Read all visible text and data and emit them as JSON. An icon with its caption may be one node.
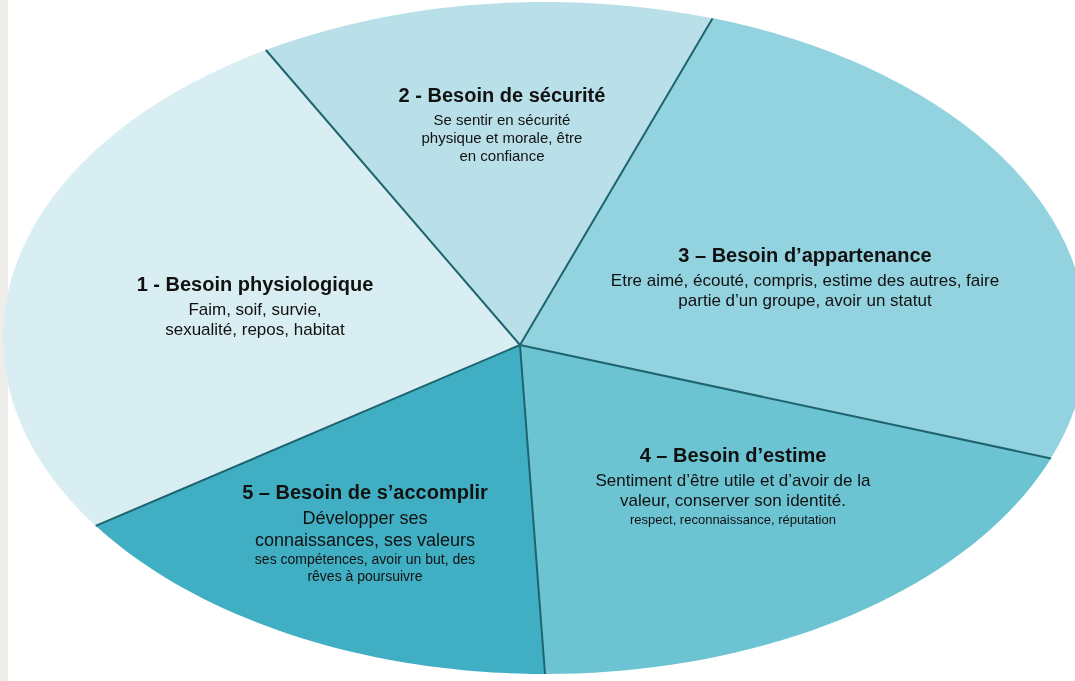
{
  "diagram": {
    "nodes": [
      {
        "text": [
          "1 - Besoin physiologique",
          "Faim, soif, survie, sexualité, repos, habitat"
        ]
      },
      {
        "text": [
          "2 - Besoin de sécurité",
          "Se sentir en sécurité physique et morale, être en confiance"
        ]
      },
      {
        "text": [
          "3 – Besoin d’appartenance",
          "Etre aimé, écouté, compris, estime des autres, faire partie d’un groupe, avoir un statut"
        ]
      },
      {
        "text": [
          "4 – Besoin d’estime",
          "Sentiment d’être utile et d’avoir de la valeur, conserver son identité.",
          "respect, reconnaissance, réputation"
        ]
      },
      {
        "text": [
          "5 – Besoin de s’accomplir",
          "Développer ses connaissances, ses valeurs",
          "ses compétences, avoir un but, des rêves à poursuivre"
        ]
      }
    ]
  }
}
